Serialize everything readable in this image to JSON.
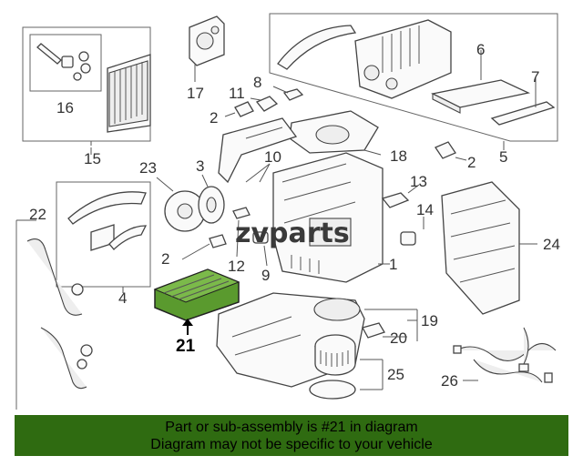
{
  "watermark": "zvparts",
  "callouts": {
    "c1": "1",
    "c2a": "2",
    "c2b": "2",
    "c2c": "2",
    "c3": "3",
    "c4": "4",
    "c5": "5",
    "c6": "6",
    "c7": "7",
    "c8": "8",
    "c9": "9",
    "c10": "10",
    "c11": "11",
    "c12": "12",
    "c13": "13",
    "c14": "14",
    "c15": "15",
    "c16": "16",
    "c17": "17",
    "c18": "18",
    "c19": "19",
    "c20": "20",
    "c21": "21",
    "c22": "22",
    "c23": "23",
    "c24": "24",
    "c25": "25",
    "c26": "26"
  },
  "highlight_color": "#5a9a2e",
  "banner": {
    "color": "#2f6b11",
    "line1": "Part or sub-assembly is #21 in diagram",
    "line2": "Diagram may not be specific to your vehicle"
  }
}
